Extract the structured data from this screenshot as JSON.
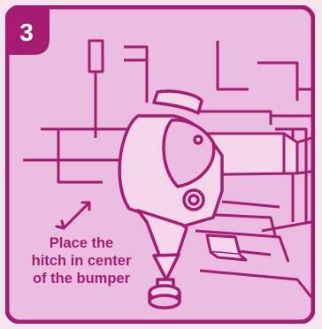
{
  "step": {
    "number": "3"
  },
  "caption": {
    "line1": "Place the",
    "line2": "hitch in center",
    "line3": "of the bumper"
  },
  "colors": {
    "ink": "#a61c72",
    "panel_fill": "#ebbde0",
    "page_bg": "#f6e4ef",
    "part_fill": "#f4d6eb"
  }
}
